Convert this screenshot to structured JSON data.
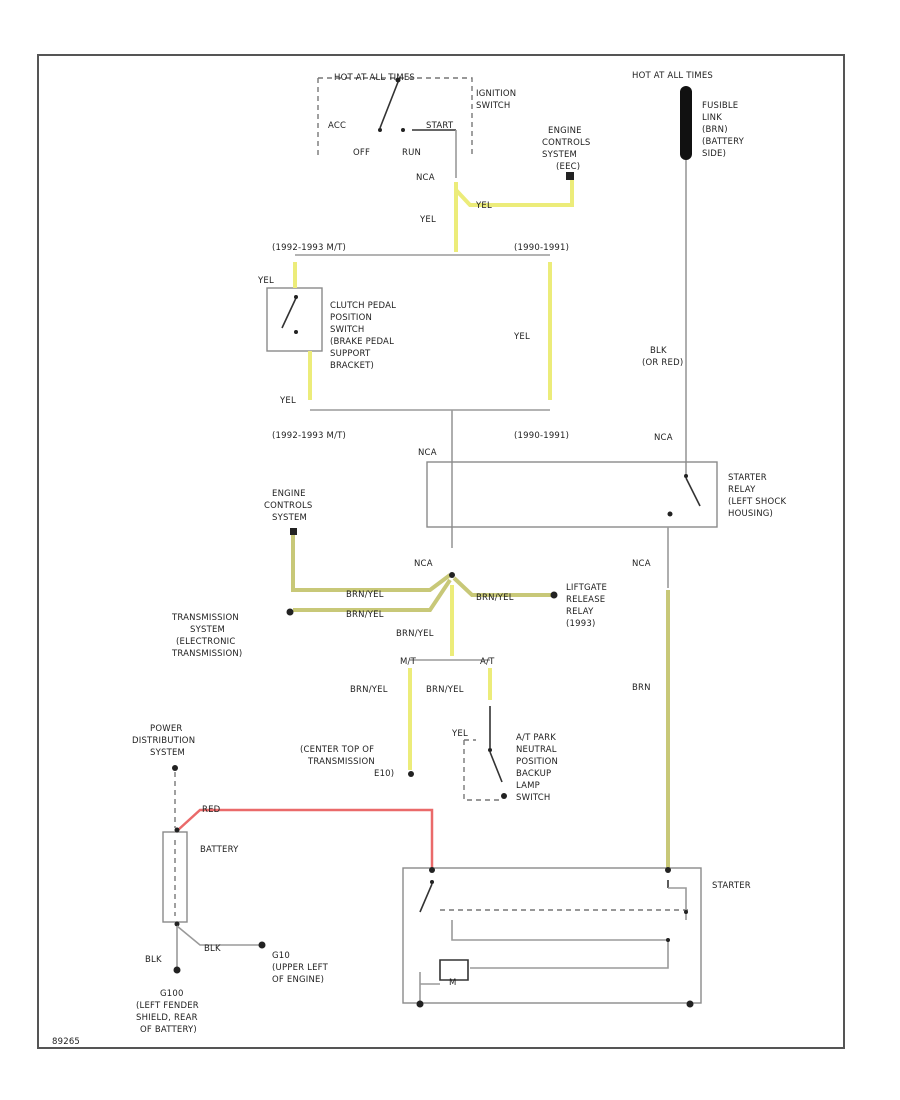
{
  "labels": {
    "hot_in_run": "HOT AT ALL TIMES",
    "ignition_switch": [
      "IGNITION",
      "SWITCH"
    ],
    "acc": "ACC",
    "off": "OFF",
    "run": "RUN",
    "start_contact": "START",
    "nca_ign": "NCA",
    "engine_controls_top": [
      "ENGINE",
      "CONTROLS",
      "SYSTEM",
      "(EEC)"
    ],
    "yel_1": "YEL",
    "yel_2": "YEL",
    "yel_3": "YEL",
    "yel_4": "YEL",
    "yel_5": "YEL",
    "range_top_left": "(1992-1993 M/T)",
    "range_top_right": "(1990-1991)",
    "clutch_switch": [
      "CLUTCH PEDAL",
      "POSITION",
      "SWITCH",
      "(BRAKE PEDAL",
      "SUPPORT",
      "BRACKET)"
    ],
    "range_bot_left": "(1992-1993 M/T)",
    "range_bot_right": "(1990-1991)",
    "hot_at_all_times": "HOT AT ALL TIMES",
    "fusible_link": [
      "FUSIBLE",
      "LINK",
      "(BRN)",
      "(BATTERY",
      "SIDE)"
    ],
    "blk_wire": [
      "BLK",
      "(OR RED)"
    ],
    "nca_relay_right": "NCA",
    "nca_relay_left": "NCA",
    "starter_relay": [
      "STARTER",
      "RELAY",
      "(LEFT SHOCK",
      "HOUSING)"
    ],
    "engine_controls_mid": [
      "ENGINE",
      "CONTROLS",
      "SYSTEM"
    ],
    "nca_splice": "NCA",
    "brn_yel_1": "BRN/YEL",
    "brn_yel_2": "BRN/YEL",
    "brn_yel_3": "BRN/YEL",
    "brn_yel_4": "BRN/YEL",
    "brn_yel_5": "BRN/YEL",
    "brn_yel_6": "BRN/YEL",
    "liftgate_relay": [
      "LIFTGATE",
      "RELEASE",
      "RELAY",
      "(1993)"
    ],
    "transmission_system": [
      "TRANSMISSION",
      "SYSTEM",
      "(ELECTRONIC",
      "TRANSMISSION)"
    ],
    "mt": "M/T",
    "at": "A/T",
    "nca_starter": "NCA",
    "brn": "BRN",
    "power_distribution": [
      "POWER",
      "DISTRIBUTION",
      "SYSTEM"
    ],
    "center_top_transmission": [
      "(CENTER TOP OF",
      "TRANSMISSION",
      "E10)"
    ],
    "yel_park": "YEL",
    "park_neutral_switch": [
      "A/T PARK",
      "NEUTRAL",
      "POSITION",
      "BACKUP",
      "LAMP",
      "SWITCH"
    ],
    "red": "RED",
    "battery": "BATTERY",
    "blk_batt": "BLK",
    "blk_g": "BLK",
    "g1": [
      "G10",
      "(UPPER LEFT",
      "OF ENGINE)"
    ],
    "g2": [
      "G100",
      "(LEFT FENDER",
      "SHIELD, REAR",
      "OF BATTERY)"
    ],
    "starter": "STARTER",
    "motor": "M",
    "figure_id": "89265"
  },
  "colors": {
    "yellow_wire": "#ecec7a",
    "brown_wire": "#c8c878",
    "red_wire": "#ea6a6a",
    "gray_wire": "#9a9a9a"
  }
}
